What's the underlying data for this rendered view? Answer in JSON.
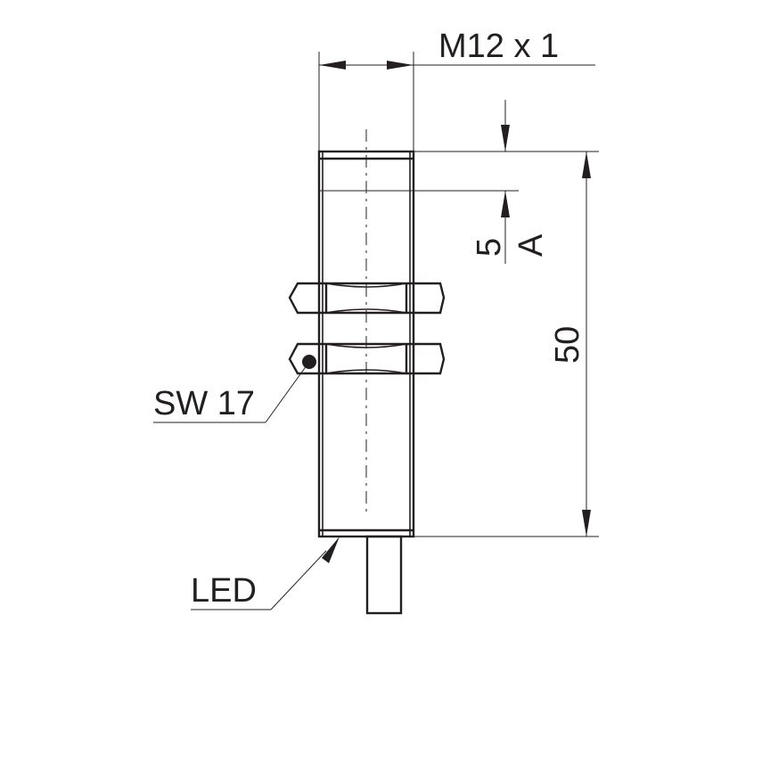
{
  "drawing": {
    "thread_label": "M12 x 1",
    "wrench_label": "SW 17",
    "led_label": "LED",
    "length_label": "50",
    "sensing_distance_label": "5",
    "sensing_face_label": "A"
  }
}
